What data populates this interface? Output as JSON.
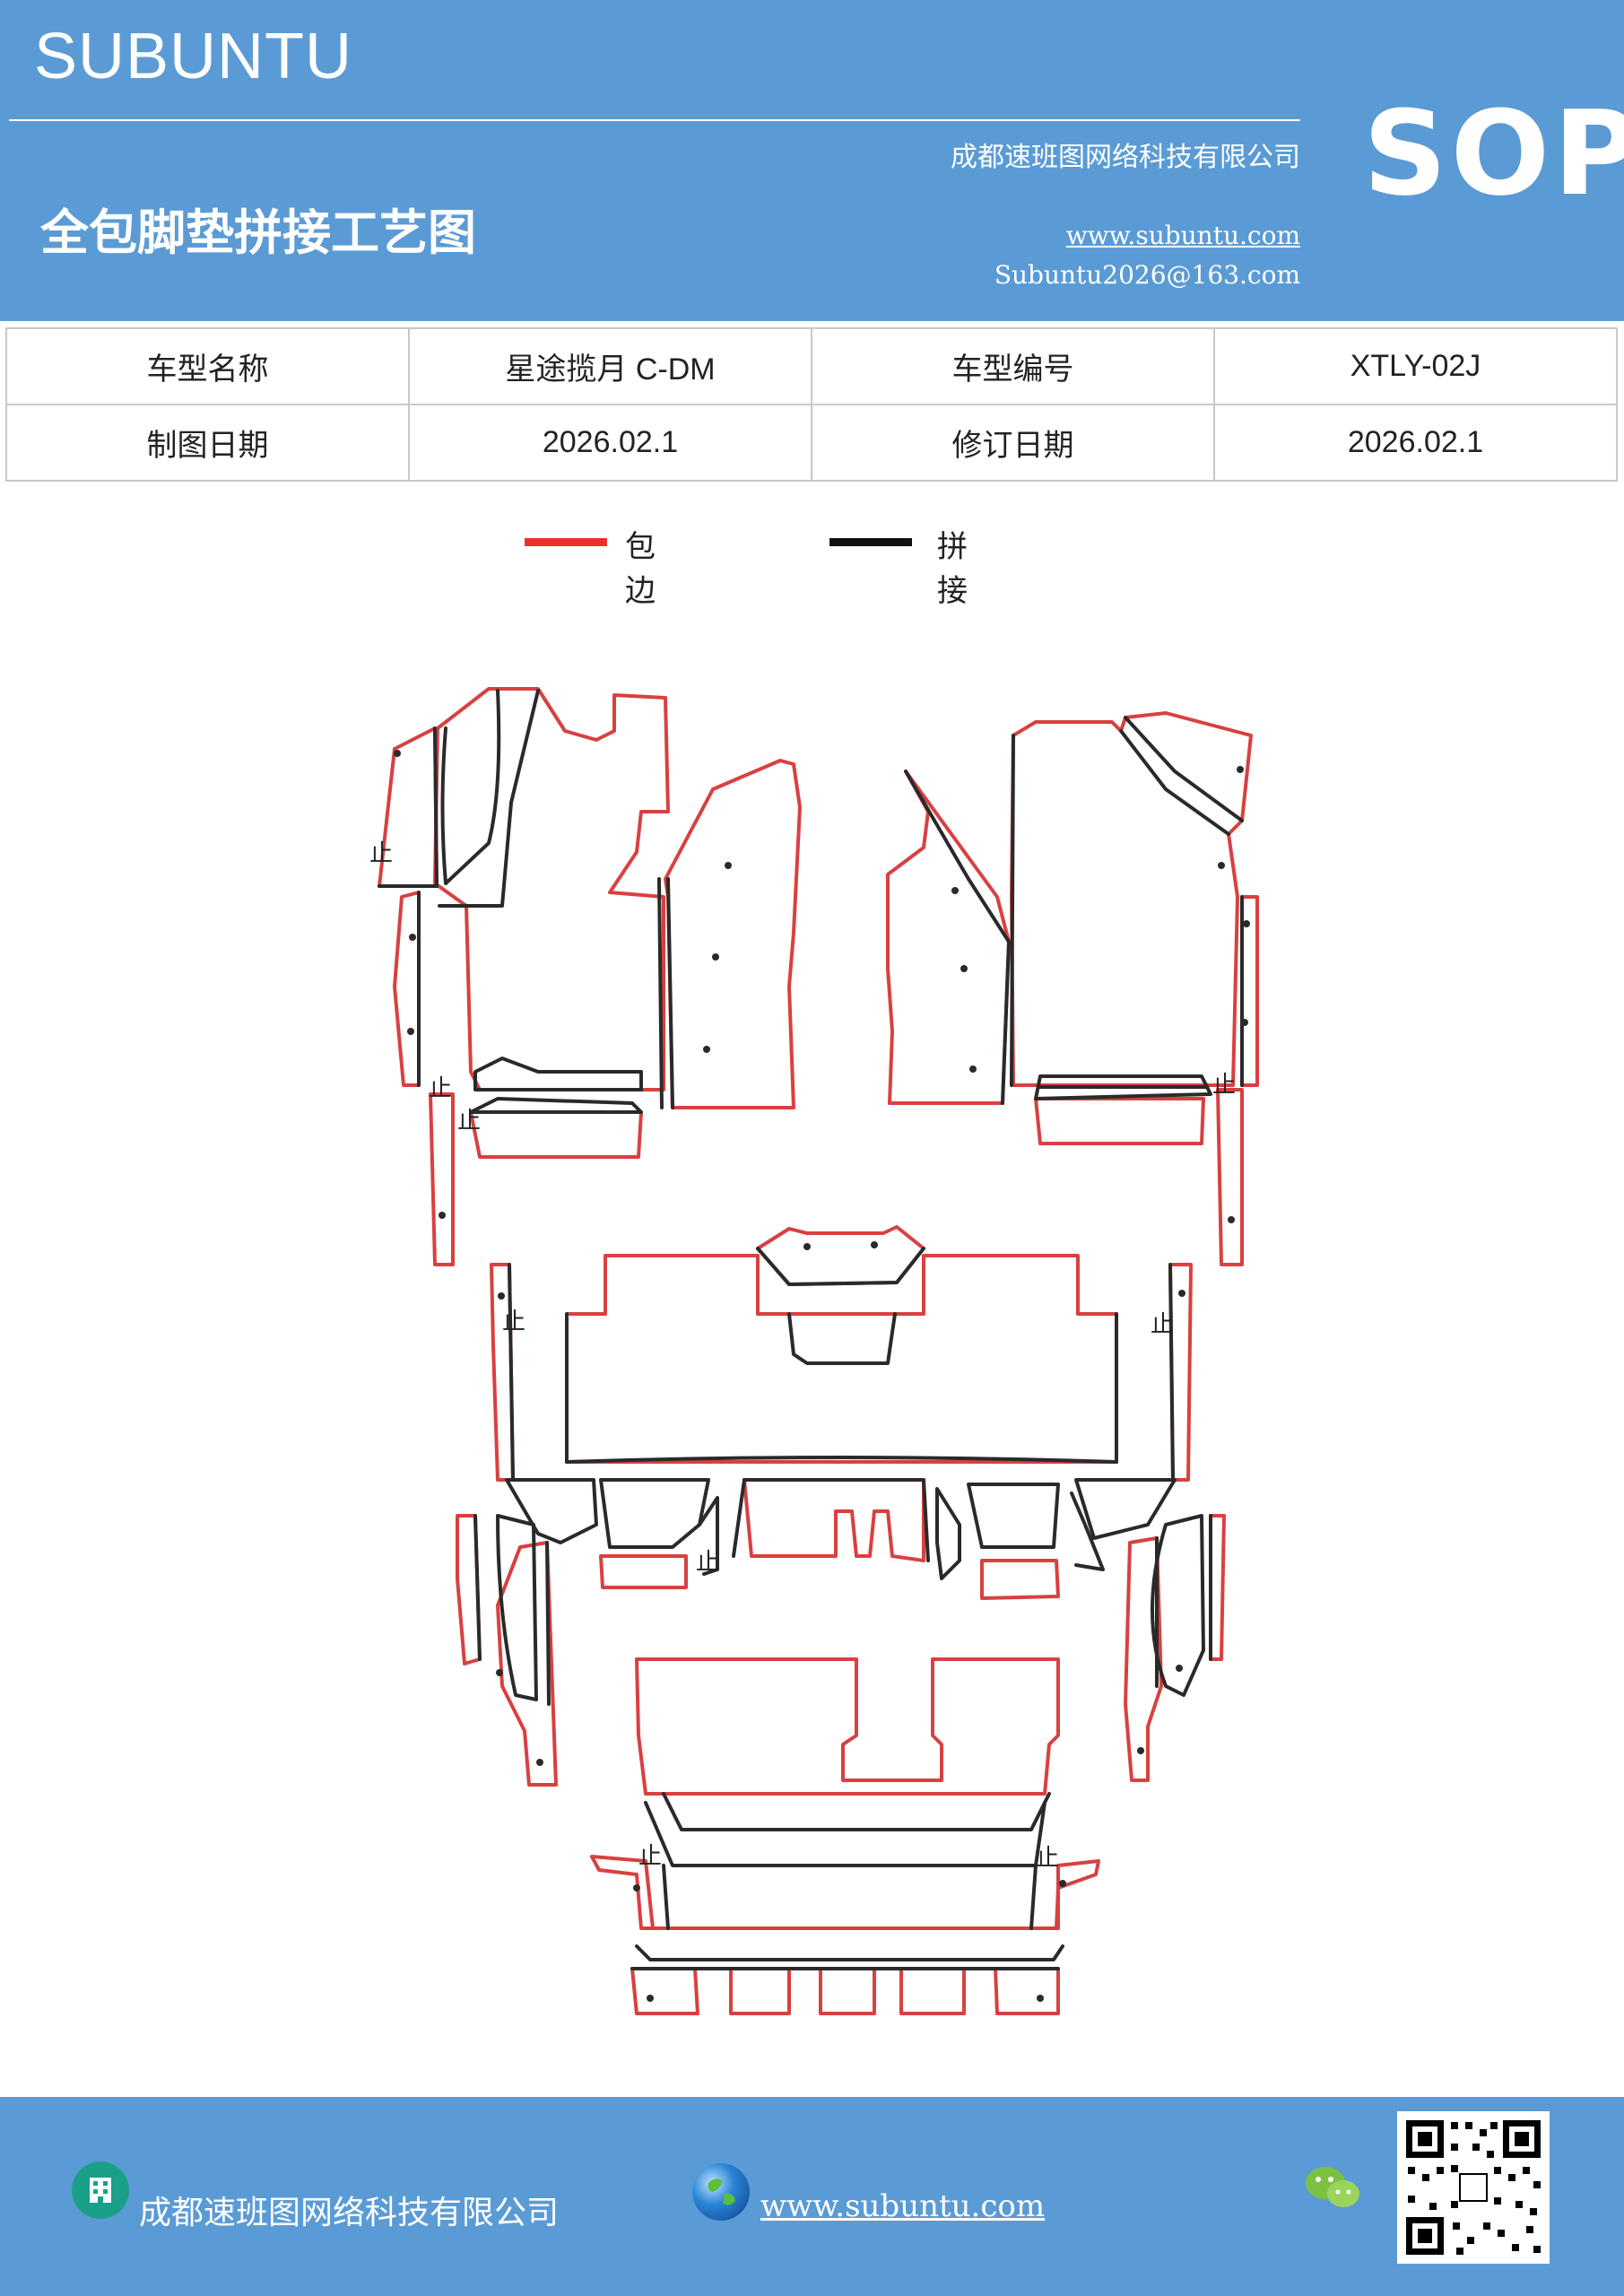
{
  "header": {
    "brand": "SUBUNTU",
    "company": "成都速班图网络科技有限公司",
    "title": "全包脚垫拼接工艺图",
    "url": "www.subuntu.com",
    "email": "Subuntu2026@163.com",
    "badge": "SOP"
  },
  "info_table": {
    "rows": [
      {
        "label1": "车型名称",
        "value1": "星途揽月 C-DM",
        "label2": "车型编号",
        "value2": "XTLY-02J"
      },
      {
        "label1": "制图日期",
        "value1": "2026.02.1",
        "label2": "修订日期",
        "value2": "2026.02.1"
      }
    ]
  },
  "legend": {
    "items": [
      {
        "label": "包边",
        "color": "#e8312f"
      },
      {
        "label": "拼接",
        "color": "#111111"
      }
    ]
  },
  "diagram": {
    "edge_color": "#d94040",
    "seam_color": "#2a2a2a",
    "stop_mark": "止"
  },
  "footer": {
    "company": "成都速班图网络科技有限公司",
    "url": "www.subuntu.com",
    "icons": [
      "building-icon",
      "globe-icon",
      "wechat-icon",
      "qr-code"
    ]
  }
}
